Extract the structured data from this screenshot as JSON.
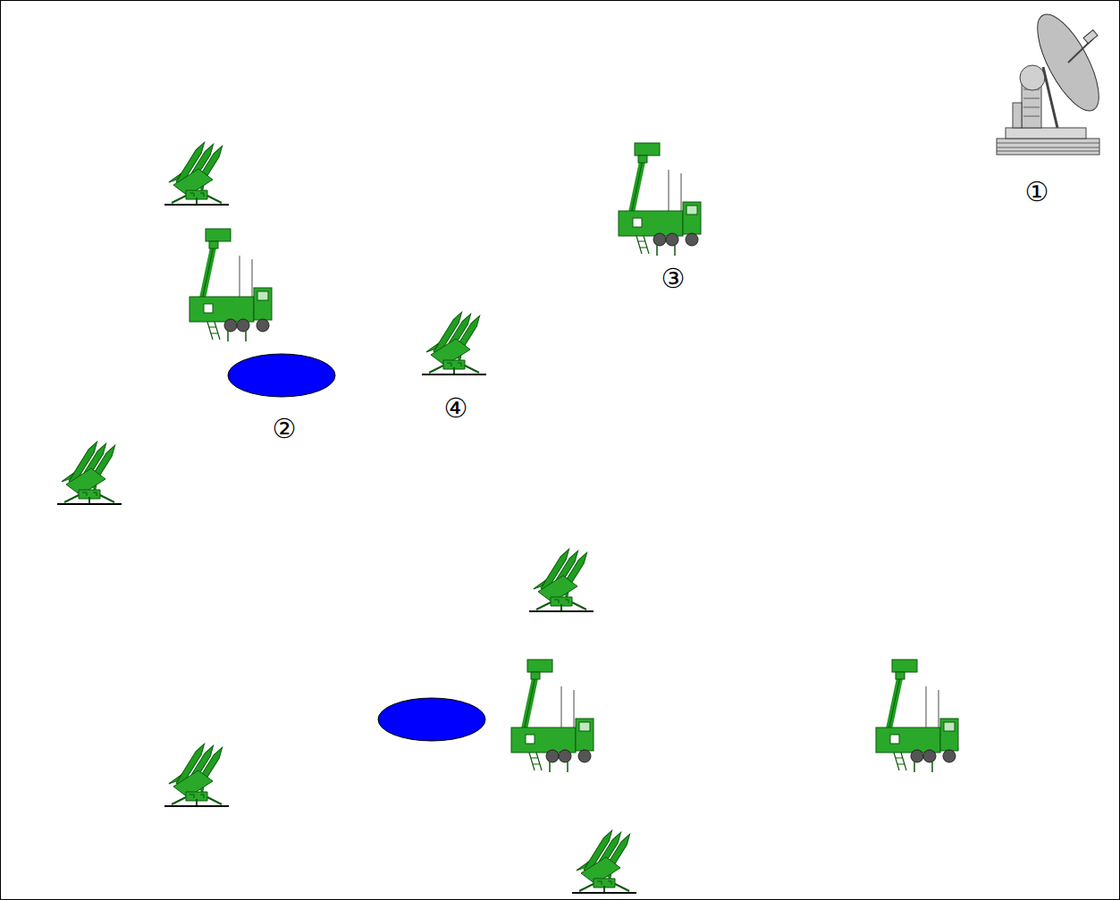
{
  "diagram": {
    "labels": [
      "①",
      "②",
      "③",
      "④"
    ]
  }
}
